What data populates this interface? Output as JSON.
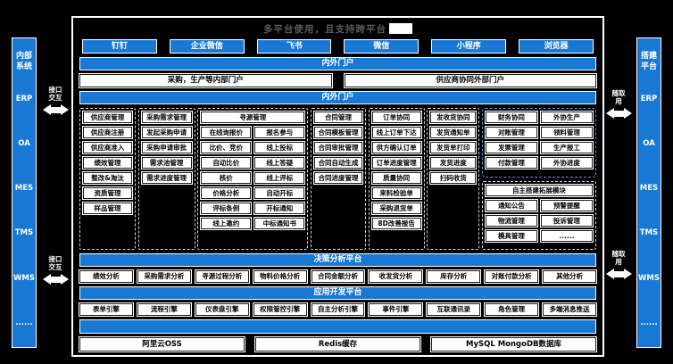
{
  "colors": {
    "accent": "#1878D4",
    "background": "#000000",
    "box": "#FFFFFF",
    "title_text": "#5A5A5A",
    "blue_dashed_border": "#4F97E8"
  },
  "title": "多平台使用，且支持跨平台",
  "clients": [
    "钉钉",
    "企业微信",
    "飞书",
    "微信",
    "小程序",
    "浏览器"
  ],
  "portal_bar": "内外门户",
  "portals": [
    "采购，生产等内部门户",
    "供应商协同外部门户"
  ],
  "inner_bar": "内外门户",
  "left_panel": {
    "header": "内部系统",
    "items": [
      "ERP",
      "OA",
      "MES",
      "TMS",
      "WMS",
      "......"
    ],
    "arrow_label": "接口交互"
  },
  "right_panel": {
    "header": "搭建平台",
    "items": [
      "ERP",
      "OA",
      "MES",
      "TMS",
      "WMS",
      "......"
    ],
    "arrow_label": "随取用"
  },
  "modules": {
    "supplier": {
      "header": "供应商管理",
      "items": [
        "供应商注册",
        "供应商准入",
        "绩效管理",
        "整改&淘汰",
        "资质管理",
        "样品管理"
      ]
    },
    "demand": {
      "header": "采购需求管理",
      "items": [
        "发起采购申请",
        "采购申请审批",
        "需求池管理",
        "需求进度管理"
      ]
    },
    "sourcing": {
      "header": "寻源管理",
      "rows": [
        [
          "在线询报价",
          "报名参与"
        ],
        [
          "比价、竞价",
          "线上投标"
        ],
        [
          "自动比价",
          "线上答疑"
        ],
        [
          "核价",
          "线上评标"
        ],
        [
          "价格分析",
          "自动开标"
        ],
        [
          "评标条例",
          "开标通知"
        ],
        [
          "线上邀约",
          "中标通知书"
        ]
      ]
    },
    "contract": {
      "header": "合同管理",
      "items": [
        "合同模板管理",
        "合同审批管理",
        "合同自动生成",
        "合同进度管理"
      ]
    },
    "order": {
      "header": "订单协同",
      "items": [
        "线上订单下达",
        "供方确认订单",
        "订单进度管理",
        "质量协同",
        "来料检验单",
        "采购退货单",
        "8D改善报告"
      ]
    },
    "shipping": {
      "header": "发收货协同",
      "items": [
        "发货通知单",
        "发货单打印",
        "发货进度",
        "扫码收货"
      ]
    },
    "finance_outsourcing": {
      "rows": [
        [
          "财务协同",
          "外协生产"
        ],
        [
          "对账管理",
          "领料管理"
        ],
        [
          "发票管理",
          "生产报工"
        ],
        [
          "付款管理",
          "外协进度"
        ]
      ]
    },
    "extension": {
      "header": "自主搭建拓展模块",
      "rows": [
        [
          "通知公告",
          "预警提醒"
        ],
        [
          "物流管理",
          "投诉管理"
        ],
        [
          "模具管理",
          "......"
        ]
      ]
    }
  },
  "analysis": {
    "bar": "决策分析平台",
    "items": [
      "绩效分析",
      "采购需求分析",
      "寻源过程分析",
      "物料价格分析",
      "合同金额分析",
      "收发货分析",
      "库存分析",
      "对账付款分析",
      "其他分析"
    ]
  },
  "devplatform": {
    "bar": "应用开发平台",
    "items": [
      "表单引擎",
      "流程引擎",
      "仪表盘引擎",
      "权限管控引擎",
      "自主分析引擎",
      "事件引擎",
      "互联通讯录",
      "角色管理",
      "多端消息推送"
    ]
  },
  "infrastructure": {
    "items": [
      "阿里云OSS",
      "Redis缓存",
      "MySQL MongoDB数据库"
    ]
  }
}
